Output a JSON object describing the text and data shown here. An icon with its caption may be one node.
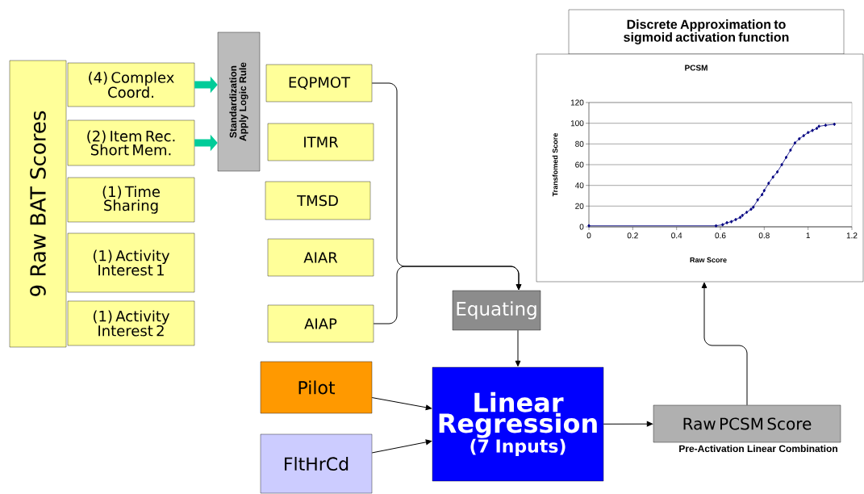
{
  "diagram": {
    "nodes": [
      {
        "text": [
          "9 Raw BAT Scores"
        ]
      },
      {
        "text": [
          "(4) Complex Coord."
        ]
      },
      {
        "text": [
          "(2) Item Rec. Short Mem."
        ]
      },
      {
        "text": [
          "(1) Time Sharing"
        ]
      },
      {
        "text": [
          "(1) Activity Interest 1"
        ]
      },
      {
        "text": [
          "(1) Activity Interest 2"
        ]
      },
      {
        "text": [
          "Standardization Apply Logic Rule"
        ]
      },
      {
        "text": [
          "EQPMOT"
        ]
      },
      {
        "text": [
          "ITMR"
        ]
      },
      {
        "text": [
          "TMSD"
        ]
      },
      {
        "text": [
          "AIAR"
        ]
      },
      {
        "text": [
          "AIAP"
        ]
      },
      {
        "text": [
          "Equating"
        ]
      },
      {
        "text": [
          "Pilot"
        ]
      },
      {
        "text": [
          "FltHrCd"
        ]
      },
      {
        "text": [
          "Linear Regression",
          "(7 Inputs)"
        ]
      },
      {
        "text": [
          "Raw PCSM Score"
        ],
        "beside": [
          "Pre-Activation Linear Combination"
        ]
      },
      {
        "text": [
          "Discrete Approximation to sigmoid activation function"
        ]
      },
      {
        "text": [],
        "shape": "box"
      }
    ],
    "edges": [
      {
        "from": 1,
        "to": 6,
        "arrow": "to",
        "style": "thick",
        "color": "#00cc99"
      },
      {
        "from": 2,
        "to": 6,
        "arrow": "to",
        "style": "thick",
        "color": "#00cc99"
      },
      {
        "from": 7,
        "to": 12,
        "arrow": "to"
      },
      {
        "from": 11,
        "to": 12,
        "arrow": "to"
      },
      {
        "from": 12,
        "to": 15,
        "arrow": "to"
      },
      {
        "from": 13,
        "to": 15,
        "arrow": "to"
      },
      {
        "from": 14,
        "to": 15,
        "arrow": "to"
      },
      {
        "from": 15,
        "to": 16,
        "arrow": "to"
      },
      {
        "from": 16,
        "to": 18,
        "arrow": "to"
      }
    ],
    "chart_data": {
      "type": "line",
      "title": "PCSM",
      "xlabel": "Raw Score",
      "ylabel": "Transfomed Score",
      "x": [
        0,
        0.58,
        0.61,
        0.63,
        0.65,
        0.67,
        0.69,
        0.7,
        0.72,
        0.74,
        0.75,
        0.77,
        0.79,
        0.8,
        0.82,
        0.84,
        0.86,
        0.88,
        0.9,
        0.92,
        0.94,
        0.96,
        0.98,
        1.0,
        1.02,
        1.04,
        1.05,
        1.08,
        1.12
      ],
      "grid": "y",
      "series": [
        {
          "color": "#000080",
          "marker": "diamond",
          "values": [
            1,
            1,
            2,
            4,
            5,
            7,
            9,
            11,
            14,
            17,
            19,
            26,
            31,
            35,
            42,
            48,
            53,
            60,
            67,
            74,
            81,
            85,
            88,
            91,
            93,
            95,
            97,
            98,
            99
          ]
        }
      ],
      "xlim": [
        0,
        1.2
      ],
      "ylim": [
        0,
        120
      ],
      "xticks": [
        0,
        0.2,
        0.4,
        0.6,
        0.8,
        1,
        1.2
      ],
      "yticks": [
        0,
        20,
        40,
        60,
        80,
        100,
        120
      ]
    }
  }
}
